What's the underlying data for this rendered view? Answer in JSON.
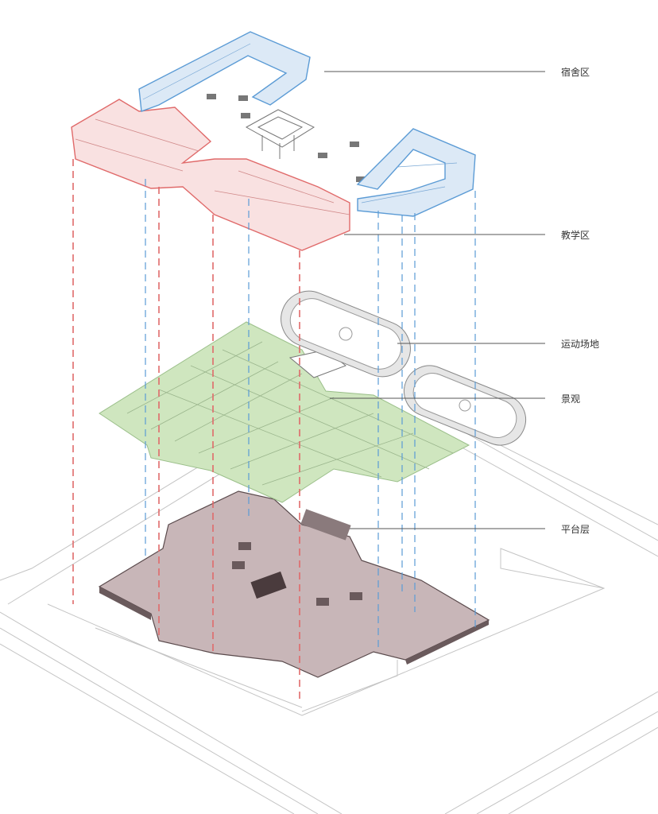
{
  "title": "exploded axonometric diagram",
  "layers": [
    {
      "id": "dormitory",
      "label": "宿舍区"
    },
    {
      "id": "teaching",
      "label": "教学区"
    },
    {
      "id": "sports",
      "label": "运动场地"
    },
    {
      "id": "landscape",
      "label": "景观"
    },
    {
      "id": "platform",
      "label": "平台层"
    }
  ],
  "colors": {
    "dormitory_stroke": "#5b9bd5",
    "dormitory_fill": "#dce9f6",
    "teaching_stroke": "#e06a6a",
    "teaching_fill": "#f9e1e1",
    "landscape_fill": "#cfe6bf",
    "platform_fill": "#c8b6b8",
    "site_lines": "#bbbbbb"
  }
}
